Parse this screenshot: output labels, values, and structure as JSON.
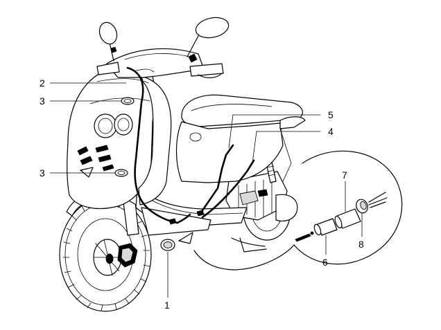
{
  "diagram": {
    "callouts": [
      {
        "id": "1",
        "text": "1"
      },
      {
        "id": "2",
        "text": "2"
      },
      {
        "id": "3a",
        "text": "3"
      },
      {
        "id": "3b",
        "text": "3"
      },
      {
        "id": "4",
        "text": "4"
      },
      {
        "id": "5",
        "text": "5"
      },
      {
        "id": "6",
        "text": "6"
      },
      {
        "id": "7",
        "text": "7"
      },
      {
        "id": "8",
        "text": "8"
      }
    ]
  }
}
